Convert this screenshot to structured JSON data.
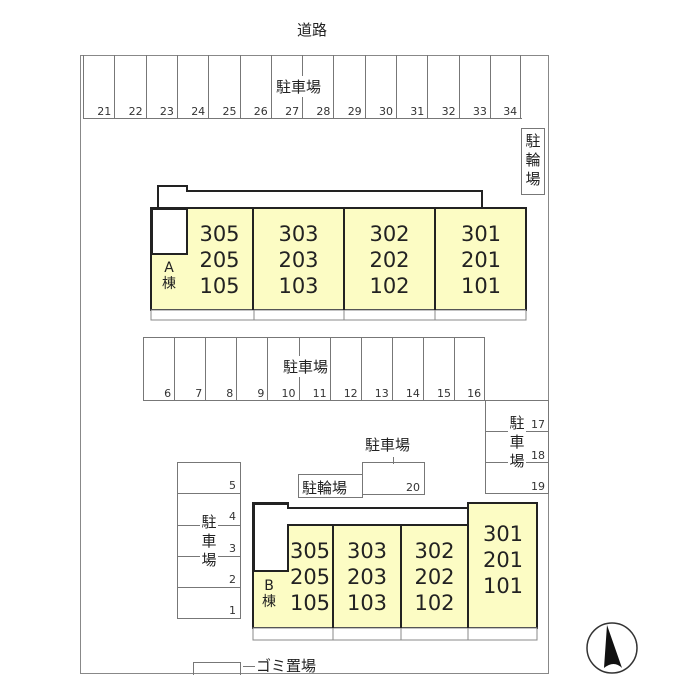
{
  "road_label": "道路",
  "parking_label": "駐車場",
  "bicycle_label": "駐輪場",
  "garbage_label": "ゴミ置場",
  "top_stalls": [
    "21",
    "22",
    "23",
    "24",
    "25",
    "26",
    "27",
    "28",
    "29",
    "30",
    "31",
    "32",
    "33",
    "34"
  ],
  "middle_stalls": [
    "6",
    "7",
    "8",
    "9",
    "10",
    "11",
    "12",
    "13",
    "14",
    "15",
    "16"
  ],
  "right_stalls": [
    "17",
    "18",
    "19"
  ],
  "single_stall": "20",
  "left_stalls": [
    "5",
    "4",
    "3",
    "2",
    "1"
  ],
  "building_a": {
    "label_letter": "A",
    "label_suffix": "棟",
    "units": [
      [
        "305",
        "205",
        "105"
      ],
      [
        "303",
        "203",
        "103"
      ],
      [
        "302",
        "202",
        "102"
      ],
      [
        "301",
        "201",
        "101"
      ]
    ]
  },
  "building_b": {
    "label_letter": "B",
    "label_suffix": "棟",
    "units": [
      [
        "305",
        "205",
        "105"
      ],
      [
        "303",
        "203",
        "103"
      ],
      [
        "302",
        "202",
        "102"
      ],
      [
        "301",
        "201",
        "101"
      ]
    ]
  },
  "colors": {
    "building_fill": "#fcfcc4",
    "line": "#777777",
    "outline": "#222222"
  },
  "compass_icon": "north-arrow"
}
